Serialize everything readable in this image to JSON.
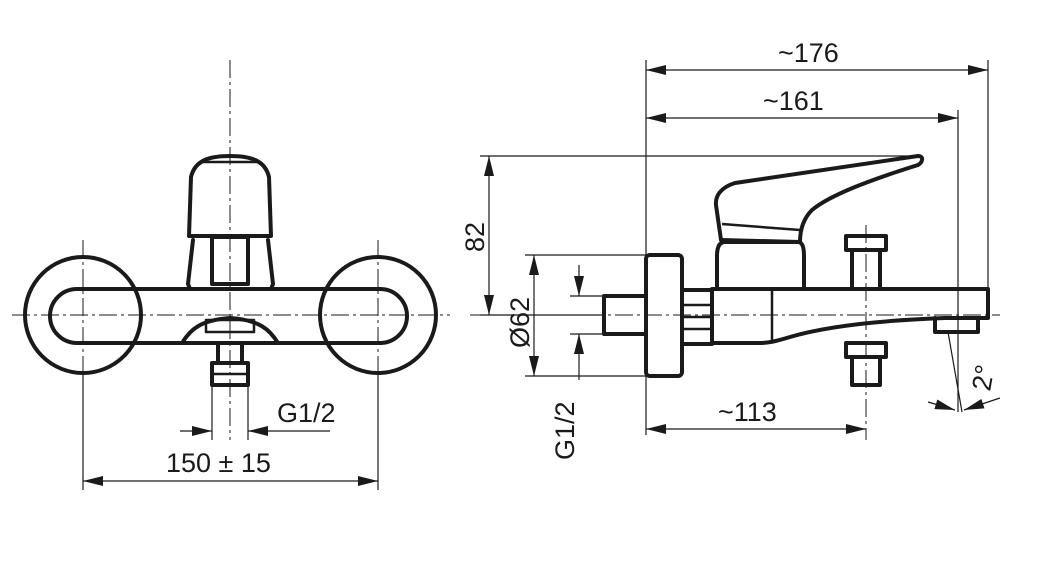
{
  "drawing": {
    "front_view": {
      "connection_label": "G1/2",
      "spacing_label": "150 ± 15"
    },
    "side_view": {
      "overall_length_label": "~176",
      "spout_length_label": "~161",
      "height_label": "82",
      "diameter_label": "Ø62",
      "connection_label": "G1/2",
      "outlet_distance_label": "~113",
      "angle_label": "2°"
    }
  }
}
